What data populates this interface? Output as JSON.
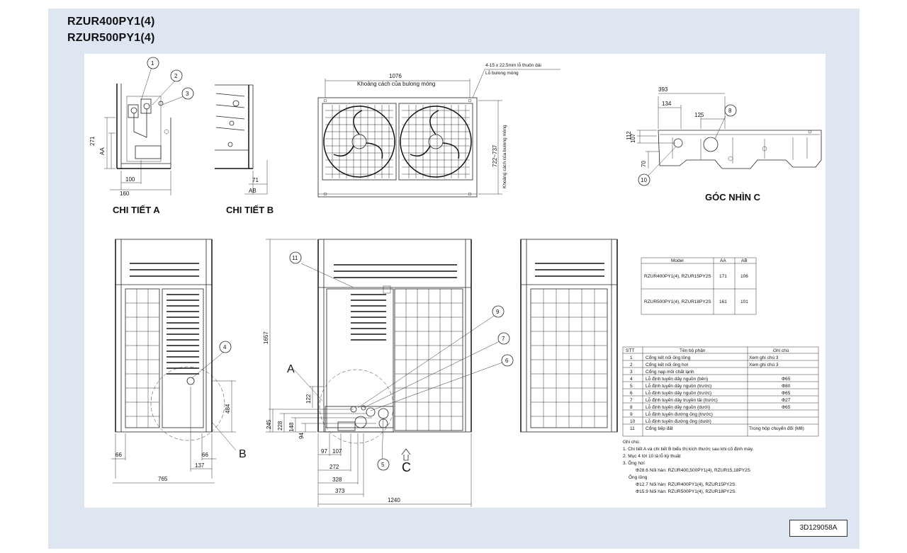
{
  "titles": [
    "RZUR400PY1(4)",
    "RZUR500PY1(4)"
  ],
  "doc_id": "3D129058A",
  "captions": {
    "detail_a": "CHI TIẾT A",
    "detail_b": "CHI TIẾT B",
    "view_c": "GÓC NHÌN C"
  },
  "letters": {
    "a": "A",
    "b": "B",
    "c": "C"
  },
  "top_view": {
    "dim_1076": "1076",
    "anchor_spacing": "Khoảng cách của bulong móng",
    "slot_note": "4-15 x 22.5mm lỗ thuôn dài",
    "anchor_hole": "Lỗ bulong móng",
    "dim_vert": "722~737",
    "vert_note": "Khoảng cách của bulong móng"
  },
  "detail_a_dims": {
    "d271": "271",
    "aa": "AA",
    "d100": "100",
    "d160": "160"
  },
  "detail_b_dims": {
    "d71": "71",
    "ab": "AB"
  },
  "view_c_dims": {
    "d393": "393",
    "d134": "134",
    "d125": "125",
    "d112": "112",
    "d107": "107",
    "d70": "70"
  },
  "side_dims": {
    "d484": "484",
    "d66a": "66",
    "d66b": "66",
    "d137": "137",
    "d765": "765"
  },
  "front_dims": {
    "d1657": "1657",
    "d122": "122",
    "d245": "245",
    "d228": "228",
    "d148": "148",
    "d94": "94",
    "d97": "97",
    "d107": "107",
    "d272": "272",
    "d328": "328",
    "d373": "373",
    "d1240": "1240"
  },
  "callouts": [
    "1",
    "2",
    "3",
    "4",
    "5",
    "6",
    "7",
    "8",
    "9",
    "10",
    "11"
  ],
  "model_table": {
    "headers": [
      "Model",
      "AA",
      "AB"
    ],
    "rows": [
      [
        "RZUR400PY1(4), RZUR15PY2S",
        "171",
        "106"
      ],
      [
        "RZUR500PY1(4), RZUR18PY2S",
        "161",
        "101"
      ]
    ]
  },
  "parts_table": {
    "headers": [
      "STT",
      "Tên bộ phận",
      "Ghi chú"
    ],
    "rows": [
      [
        "1",
        "Cổng kết nối ống lỏng",
        "Xem ghi chú 3"
      ],
      [
        "2",
        "Cổng kết nối ống hơi",
        "Xem ghi chú 3"
      ],
      [
        "3",
        "Cổng nạp môi chất lạnh",
        ""
      ],
      [
        "4",
        "Lỗ định tuyến dây nguồn (bên)",
        "Φ65"
      ],
      [
        "5",
        "Lỗ định tuyến dây nguồn (trước)",
        "Φ80"
      ],
      [
        "6",
        "Lỗ định tuyến dây nguồn (trước)",
        "Φ65"
      ],
      [
        "7",
        "Lỗ định tuyến dây truyền tải (trước)",
        "Φ27"
      ],
      [
        "8",
        "Lỗ định tuyến dây nguồn (dưới)",
        "Φ65"
      ],
      [
        "9",
        "Lỗ định tuyến đường ống (trước)",
        ""
      ],
      [
        "10",
        "Lỗ định tuyến đường ống (dưới)",
        ""
      ],
      [
        "11",
        "Cổng tiếp đất",
        "Trong hộp chuyển đổi (M8)"
      ]
    ]
  },
  "notes": [
    "Ghi chú:",
    "1. Chi tiết A và chi tiết B biểu thị kích thước sau khi cố định máy.",
    "2. Mục 4 tới 10 là lỗ kỳ thuật",
    "3. Ống hơi",
    "Φ28.6 Nối hàn: RZUR400,500PY1(4), RZUR15,18PY2S",
    "Ống lỏng",
    "Φ12.7 Nối hàn: RZUR400PY1(4), RZUR15PY2S.",
    "Φ15.9 Nối hàn: RZUR500PY1(4), RZUR18PY2S."
  ]
}
